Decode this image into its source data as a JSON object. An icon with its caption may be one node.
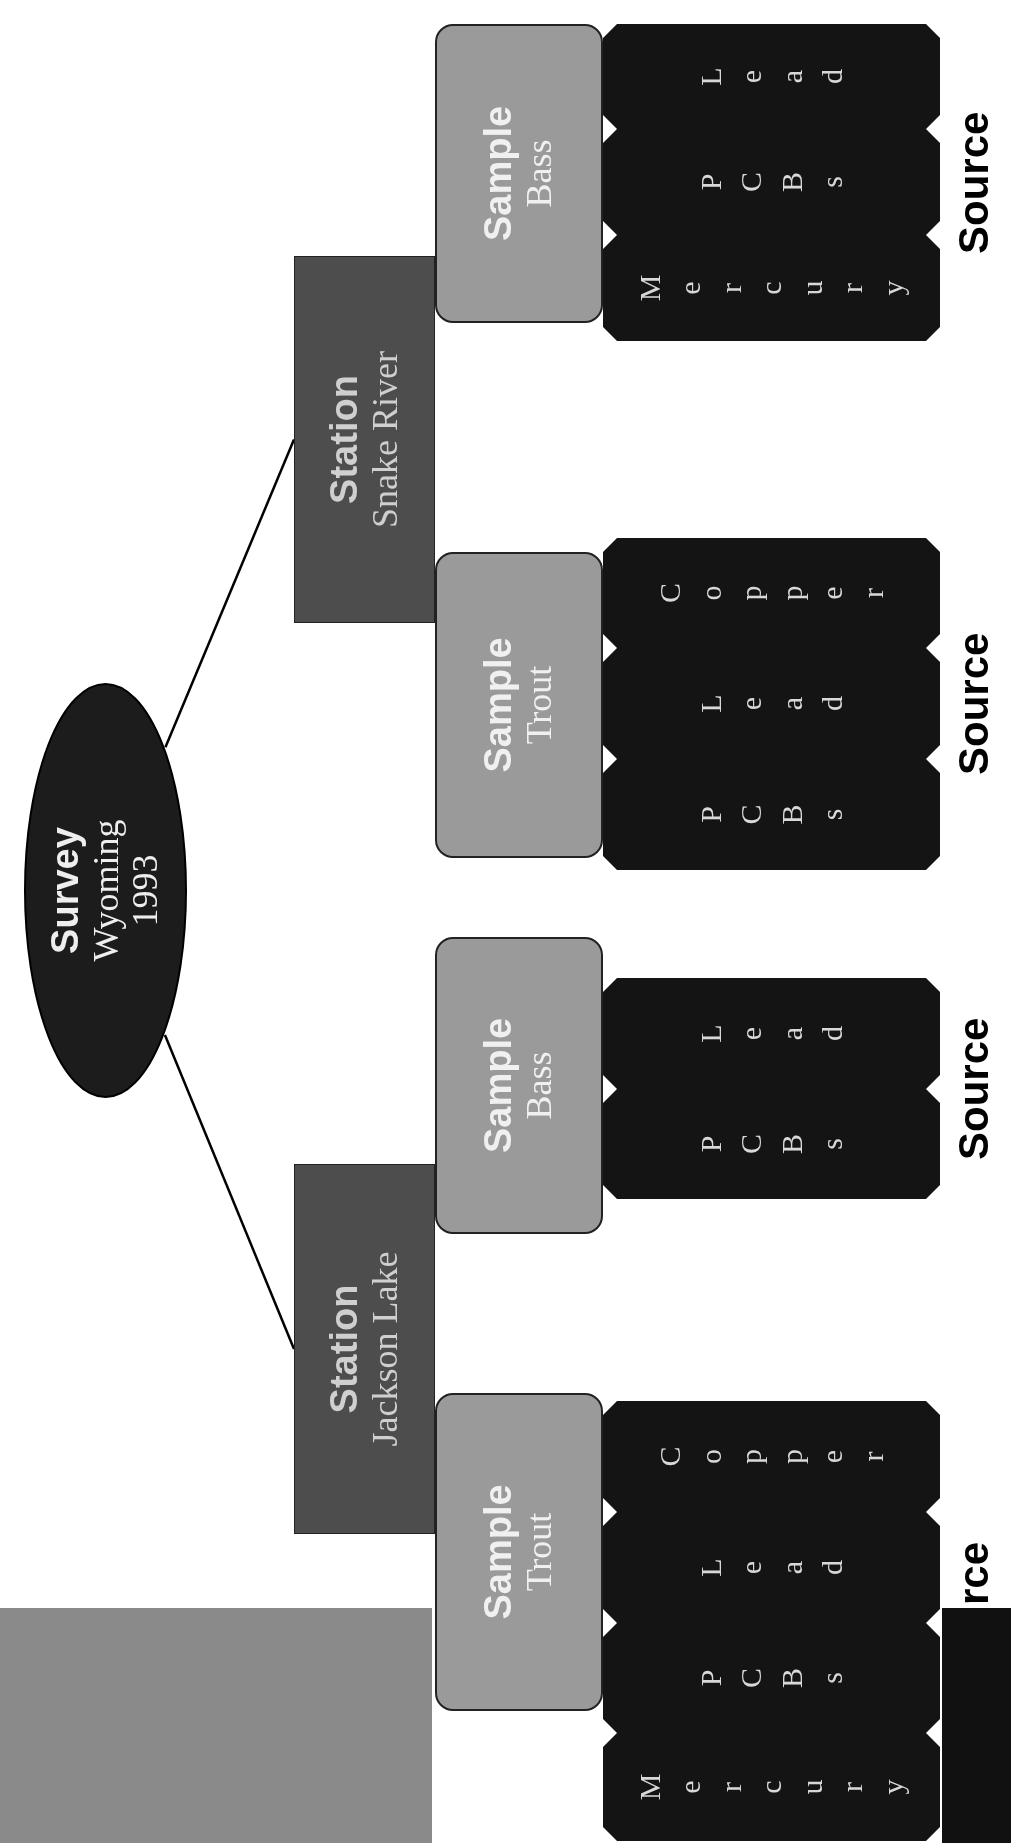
{
  "diagram": {
    "nodes": [
      {
        "text": [
          "Survey",
          "Wyoming 1993"
        ]
      },
      {
        "text": [
          "Station",
          "Jackson Lake"
        ]
      },
      {
        "text": [
          "Station",
          "Snake River"
        ]
      },
      {
        "text": [
          "Sample",
          "Trout"
        ]
      },
      {
        "text": [
          "Sample",
          "Bass"
        ]
      },
      {
        "text": [
          "Sample",
          "Trout"
        ]
      },
      {
        "text": [
          "Sample",
          "Bass"
        ]
      },
      {
        "text": [
          "Mercury"
        ]
      },
      {
        "text": [
          "PCBs"
        ]
      },
      {
        "text": [
          "Lead"
        ]
      },
      {
        "text": [
          "Copper"
        ]
      },
      {
        "text": [
          "PCBs"
        ]
      },
      {
        "text": [
          "Lead"
        ]
      },
      {
        "text": [
          "PCBs"
        ]
      },
      {
        "text": [
          "Lead"
        ]
      },
      {
        "text": [
          "Copper"
        ]
      },
      {
        "text": [
          "Mercury"
        ]
      },
      {
        "text": [
          "PCBs"
        ]
      },
      {
        "text": [
          "Lead"
        ]
      },
      {
        "text": [],
        "shape": "box"
      }
    ],
    "edges": [
      {
        "from": 0,
        "to": 1,
        "arrow": "none"
      },
      {
        "from": 0,
        "to": 2,
        "arrow": "none"
      }
    ],
    "labels": [
      "rce",
      "Source",
      "Source",
      "Source"
    ]
  }
}
